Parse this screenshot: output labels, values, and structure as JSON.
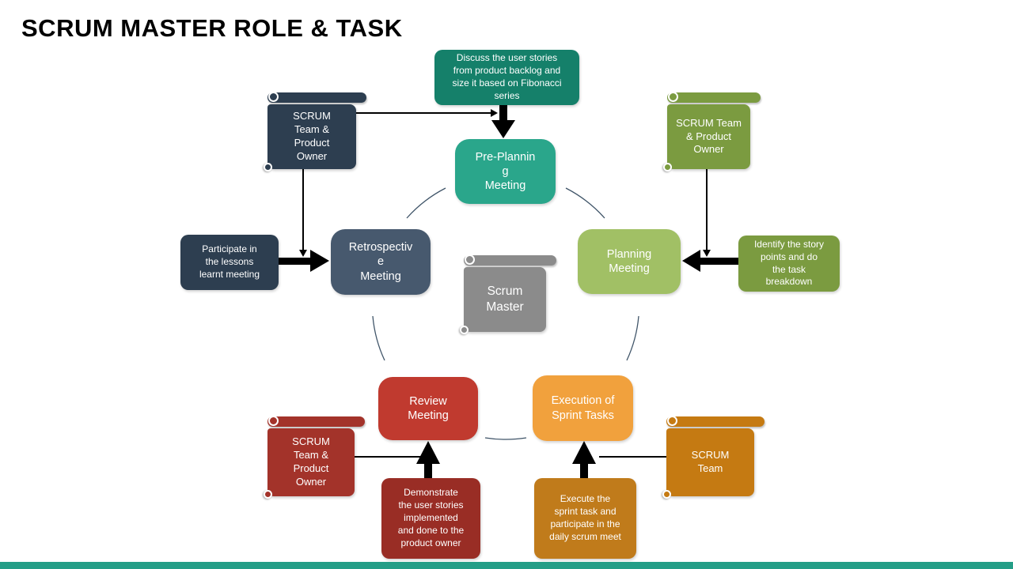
{
  "title": "SCRUM MASTER ROLE & TASK",
  "cycle": {
    "arc_color": "#3F5468"
  },
  "center_scroll": {
    "label": "Scrum\nMaster",
    "color": "#8B8B8B"
  },
  "meetings": {
    "pre_planning": {
      "label": "Pre-Plannin\ng\nMeeting",
      "color": "#2AA68B"
    },
    "planning": {
      "label": "Planning\nMeeting",
      "color": "#A1C065"
    },
    "retrospective": {
      "label": "Retrospectiv\ne\nMeeting",
      "color": "#47596E"
    },
    "review": {
      "label": "Review\nMeeting",
      "color": "#C03A2F"
    },
    "execution": {
      "label": "Execution of\nSprint Tasks",
      "color": "#F1A13D"
    }
  },
  "scrolls": {
    "top_left": {
      "label": "SCRUM\nTeam &\nProduct\nOwner",
      "color": "#2D3E50"
    },
    "top_right": {
      "label": "SCRUM Team\n& Product\nOwner",
      "color": "#7B9B40"
    },
    "bottom_left": {
      "label": "SCRUM\nTeam &\nProduct\nOwner",
      "color": "#A3332A"
    },
    "bottom_right": {
      "label": "SCRUM\nTeam",
      "color": "#C57A12"
    }
  },
  "notes": {
    "discuss": {
      "text": "Discuss the user stories\nfrom product backlog and\nsize it based on Fibonacci\nseries",
      "color": "#15806A"
    },
    "identify": {
      "text": "Identify the story\npoints and do\nthe task\nbreakdown",
      "color": "#7B9B40"
    },
    "participate": {
      "text": "Participate in\nthe lessons\nlearnt meeting",
      "color": "#2D3E50"
    },
    "demonstrate": {
      "text": "Demonstrate\nthe user stories\nimplemented\nand done to the\nproduct owner",
      "color": "#992D25"
    },
    "execute": {
      "text": "Execute the\nsprint task and\nparticipate in the\ndaily scrum meet",
      "color": "#C07B1B"
    }
  },
  "footer": {
    "bar_color": "#249E87"
  }
}
